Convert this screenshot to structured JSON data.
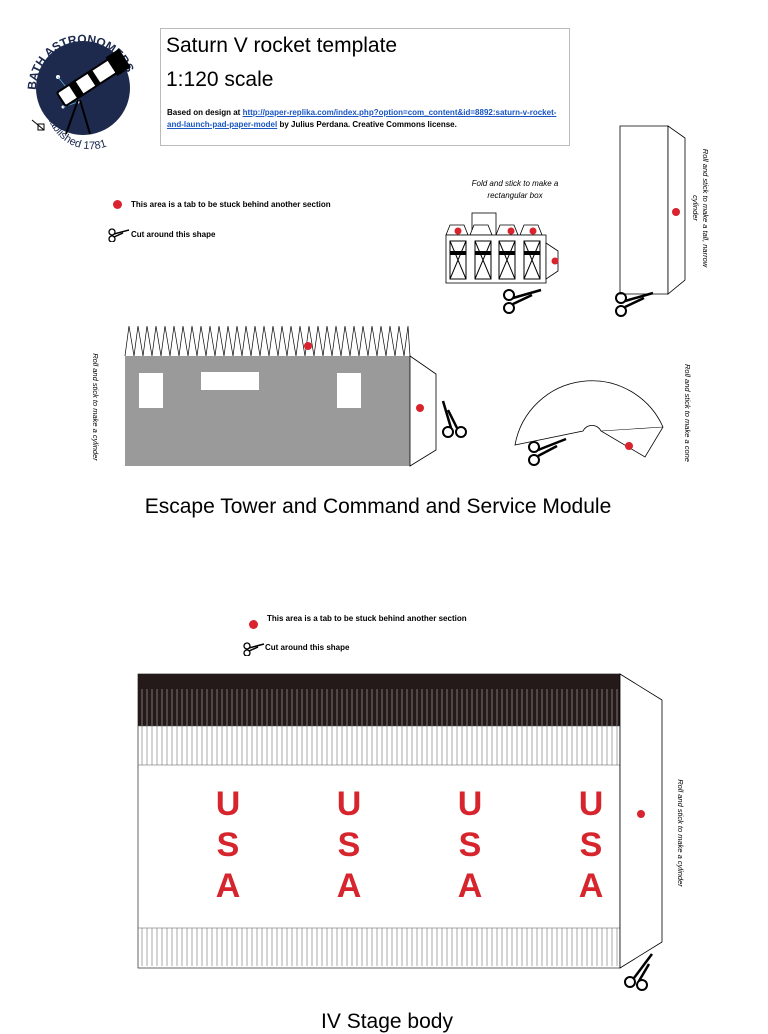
{
  "header": {
    "title_line1": "Saturn V rocket template",
    "title_line2": "1:120 scale",
    "credit_prefix": "Based on design at ",
    "credit_link": "http://paper-replika.com/index.php?option=com_content&id=8892:saturn-v-rocket-and-launch-pad-paper-model",
    "credit_suffix": " by Julius Perdana. Creative Commons license."
  },
  "logo": {
    "top_text": "BATH ASTRONOMERS",
    "bottom_text": "established 1781"
  },
  "legend": {
    "tab_text": "This area is a tab to be stuck behind another section",
    "cut_text": "Cut around this shape"
  },
  "section1": {
    "title": "Escape Tower and Command and Service Module",
    "box_note": "Fold and stick to make a rectangular box",
    "narrow_cylinder_note": "Roll and stick to make a tall, narrow cylinder",
    "cylinder_note": "Roll and stick to make a cylinder",
    "cone_note": "Roll and stick to make a cone"
  },
  "section2": {
    "title": "IV Stage body",
    "cylinder_note": "Roll and stick to make a cylinder",
    "usa_letters": [
      "U",
      "S",
      "A"
    ]
  },
  "colors": {
    "tab_dot": "#d9232e",
    "module_grey": "#9a9a9a",
    "stage_band": "#231a19",
    "usa_red": "#d6252d",
    "link": "#1a56c4"
  }
}
